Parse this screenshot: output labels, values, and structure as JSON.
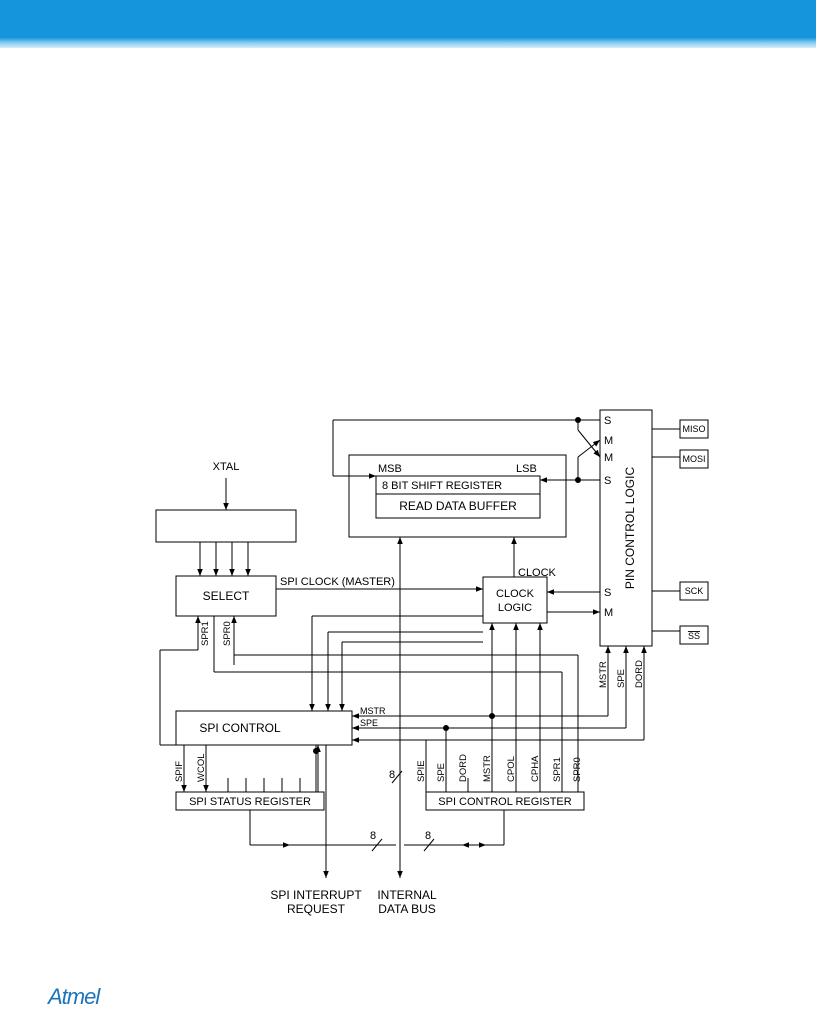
{
  "diagram": {
    "xtal": "XTAL",
    "select": "SELECT",
    "spi_clock_master": "SPI CLOCK (MASTER)",
    "clock": "CLOCK",
    "clock_logic_1": "CLOCK",
    "clock_logic_2": "LOGIC",
    "msb": "MSB",
    "lsb": "LSB",
    "shift_register": "8 BIT SHIFT REGISTER",
    "read_buffer": "READ DATA BUFFER",
    "pin_control_logic": "PIN CONTROL LOGIC",
    "pin_s1": "S",
    "pin_m1": "M",
    "pin_m2": "M",
    "pin_s2": "S",
    "pin_s3": "S",
    "pin_m3": "M",
    "miso": "MISO",
    "mosi": "MOSI",
    "sck": "SCK",
    "ss": "SS",
    "spi_control": "SPI CONTROL",
    "mstr_in": "MSTR",
    "spe_in": "SPE",
    "spr1_v": "SPR1",
    "spr0_v": "SPR0",
    "mstr_v": "MSTR",
    "spe_v": "SPE",
    "dord_v": "DORD",
    "status_bits": [
      "SPIF",
      "WCOL"
    ],
    "control_bits": [
      "SPIE",
      "SPE",
      "DORD",
      "MSTR",
      "CPOL",
      "CPHA",
      "SPR1",
      "SPR0"
    ],
    "status_register": "SPI STATUS REGISTER",
    "control_register": "SPI CONTROL REGISTER",
    "bus_width_1": "8",
    "bus_width_2": "8",
    "bus_width_3": "8",
    "interrupt_1": "SPI INTERRUPT",
    "interrupt_2": "REQUEST",
    "data_bus_1": "INTERNAL",
    "data_bus_2": "DATA BUS"
  },
  "footer": {
    "logo": "Atmel"
  }
}
